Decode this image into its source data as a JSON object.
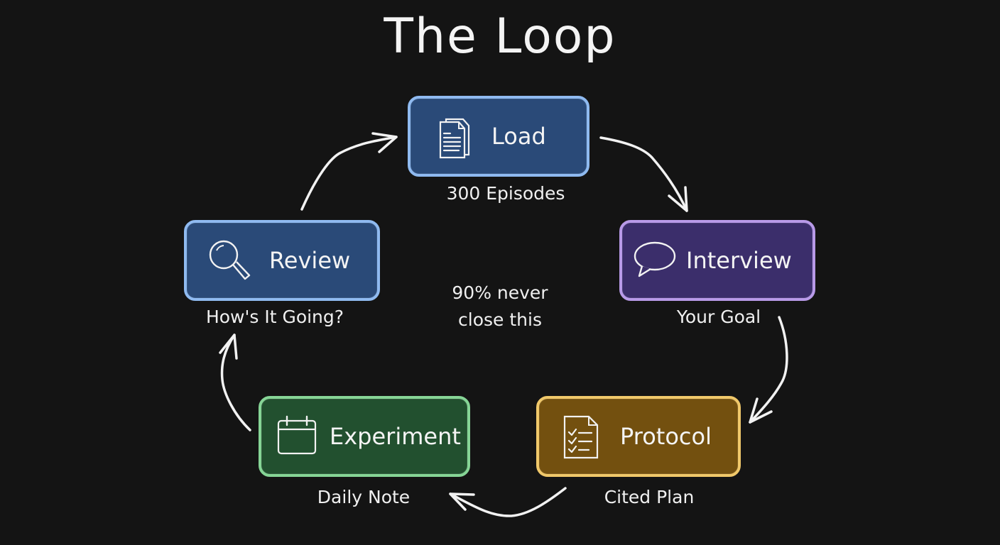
{
  "title": "The Loop",
  "center_note": [
    "90% never",
    "close this"
  ],
  "nodes": [
    {
      "id": "load",
      "label": "Load",
      "caption": "300 Episodes",
      "icon": "documents-icon",
      "fill": "#2a4a78",
      "border": "#8fbaf0"
    },
    {
      "id": "interview",
      "label": "Interview",
      "caption": "Your Goal",
      "icon": "speech-bubble-icon",
      "fill": "#3b2e6b",
      "border": "#b89ae8"
    },
    {
      "id": "protocol",
      "label": "Protocol",
      "caption": "Cited Plan",
      "icon": "checklist-icon",
      "fill": "#73500f",
      "border": "#f0c86a"
    },
    {
      "id": "experiment",
      "label": "Experiment",
      "caption": "Daily Note",
      "icon": "calendar-icon",
      "fill": "#22502f",
      "border": "#86d596"
    },
    {
      "id": "review",
      "label": "Review",
      "caption": "How's It Going?",
      "icon": "magnifier-icon",
      "fill": "#2a4a78",
      "border": "#8fbaf0"
    }
  ],
  "flow": [
    "Load",
    "Interview",
    "Protocol",
    "Experiment",
    "Review",
    "Load"
  ]
}
